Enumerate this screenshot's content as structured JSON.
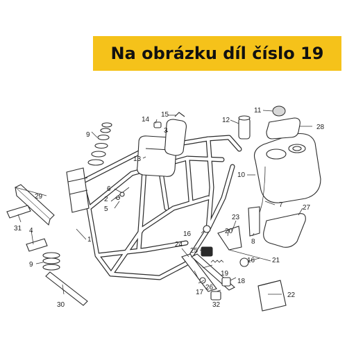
{
  "banner": {
    "text": "Na obrázku díl číslo 19",
    "bg": "#f5c21a"
  },
  "callouts": {
    "c1": "1",
    "c2": "2",
    "c3": "3",
    "c4": "4",
    "c5": "5",
    "c6": "6",
    "c7": "7",
    "c8": "8",
    "c9a": "9",
    "c9b": "9",
    "c10": "10",
    "c11": "11",
    "c12": "12",
    "c13": "13",
    "c14": "14",
    "c15": "15",
    "c16": "16",
    "c17": "17",
    "c18": "18",
    "c19": "19",
    "c20": "20",
    "c21": "21",
    "c22": "22",
    "c23": "23",
    "c24": "24",
    "c25": "25",
    "c26": "26",
    "c27": "27",
    "c28": "28",
    "c29": "29",
    "c30": "30",
    "c31": "31",
    "c32": "32"
  }
}
